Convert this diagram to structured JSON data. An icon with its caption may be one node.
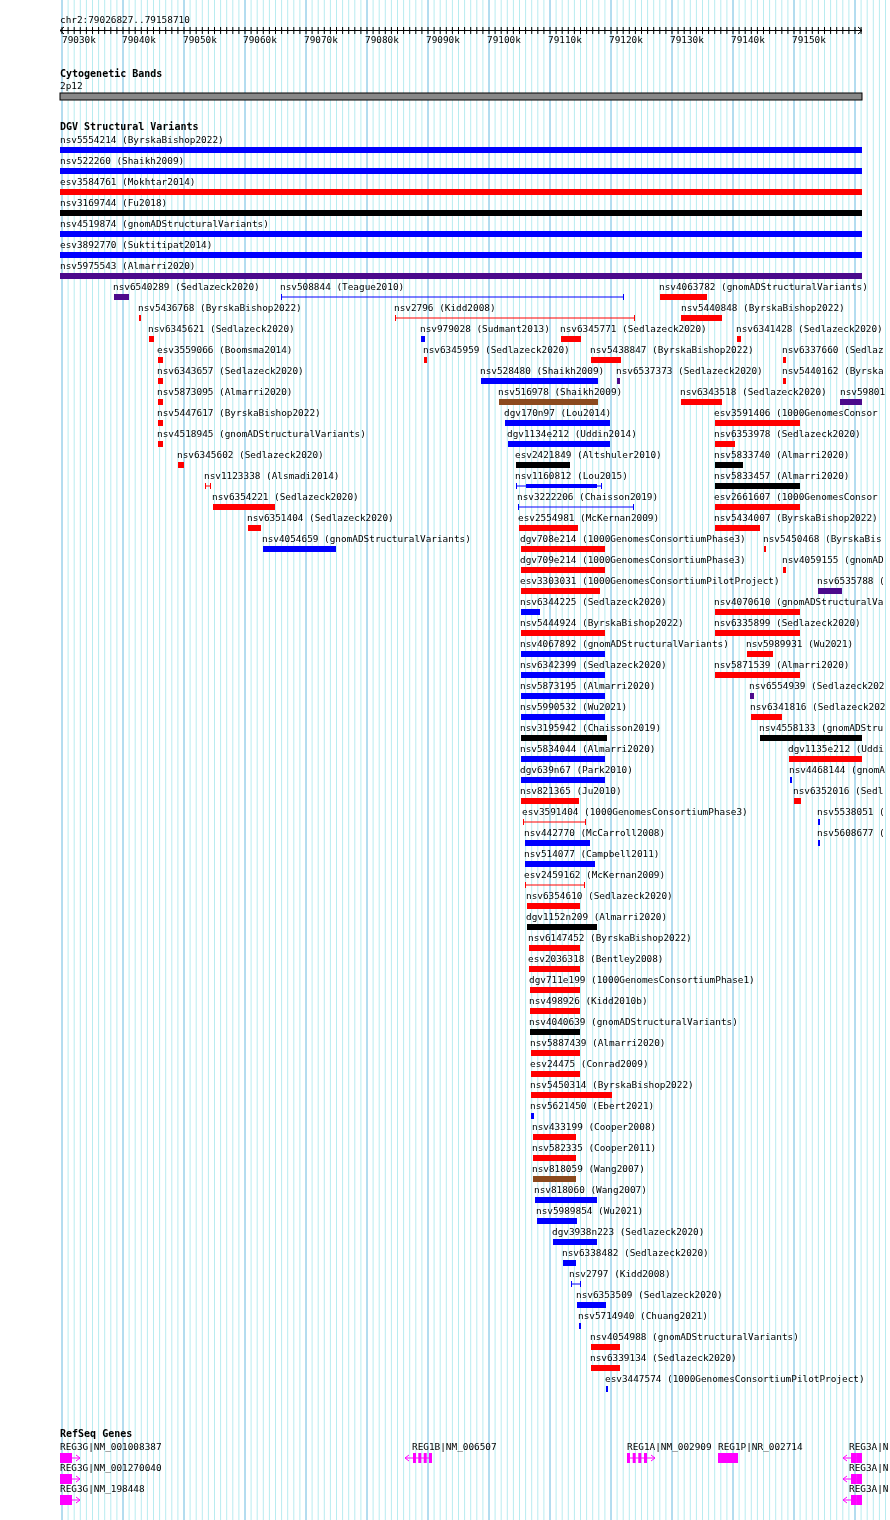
{
  "diagram": {
    "labels": [
      "chr2:79026827..79158710",
      "79030k",
      "79040k",
      "79050k",
      "79060k",
      "79070k",
      "79080k",
      "79090k",
      "79100k",
      "79110k",
      "79120k",
      "79130k",
      "79140k",
      "79150k",
      "Cytogenetic Bands",
      "2p12",
      "DGV Structural Variants",
      "nsv5554214 (ByrskaBishop2022)",
      "nsv522260 (Shaikh2009)",
      "esv3584761 (Mokhtar2014)",
      "nsv3169744 (Fu2018)",
      "nsv4519874 (gnomADStructuralVariants)",
      "esv3892770 (Suktitipat2014)",
      "nsv5975543 (Almarri2020)",
      "nsv6540289 (Sedlazeck2020)",
      "nsv508844 (Teague2010)",
      "nsv4063782 (gnomADStructuralVariants)",
      "nsv5436768 (ByrskaBishop2022)",
      "nsv2796 (Kidd2008)",
      "nsv5440848 (ByrskaBishop2022)",
      "nsv6345621 (Sedlazeck2020)",
      "nsv979028 (Sudmant2013)",
      "nsv6345771 (Sedlazeck2020)",
      "nsv6341428 (Sedlazeck2020)",
      "esv3559066 (Boomsma2014)",
      "nsv6345959 (Sedlazeck2020)",
      "nsv5438847 (ByrskaBishop2022)",
      "nsv6337660 (Sedlaz",
      "nsv6343657 (Sedlazeck2020)",
      "nsv528480 (Shaikh2009)",
      "nsv6537373 (Sedlazeck2020)",
      "nsv5440162 (Byrska",
      "nsv5873095 (Almarri2020)",
      "nsv516978 (Shaikh2009)",
      "nsv6343518 (Sedlazeck2020)",
      "nsv59801",
      "nsv5447617 (ByrskaBishop2022)",
      "dgv170n97 (Lou2014)",
      "esv3591406 (1000GenomesConsor",
      "nsv4518945 (gnomADStructuralVariants)",
      "dgv1134e212 (Uddin2014)",
      "nsv6353978 (Sedlazeck2020)",
      "nsv6345602 (Sedlazeck2020)",
      "esv2421849 (Altshuler2010)",
      "nsv5833740 (Almarri2020)",
      "nsv1123338 (Alsmadi2014)",
      "nsv1160812 (Lou2015)",
      "nsv5833457 (Almarri2020)",
      "nsv6354221 (Sedlazeck2020)",
      "nsv3222206 (Chaisson2019)",
      "esv2661607 (1000GenomesConsor",
      "nsv6351404 (Sedlazeck2020)",
      "esv2554981 (McKernan2009)",
      "nsv5434007 (ByrskaBishop2022)",
      "nsv4054659 (gnomADStructuralVariants)",
      "dgv708e214 (1000GenomesConsortiumPhase3)",
      "nsv5450468 (ByrskaBis",
      "dgv709e214 (1000GenomesConsortiumPhase3)",
      "nsv4059155 (gnomAD",
      "esv3303031 (1000GenomesConsortiumPilotProject)",
      "nsv6535788 (",
      "nsv6344225 (Sedlazeck2020)",
      "nsv4070610 (gnomADStructuralVa",
      "nsv5444924 (ByrskaBishop2022)",
      "nsv6335899 (Sedlazeck2020)",
      "nsv4067892 (gnomADStructuralVariants)",
      "nsv5989931 (Wu2021)",
      "nsv6342399 (Sedlazeck2020)",
      "nsv5871539 (Almarri2020)",
      "nsv5873195 (Almarri2020)",
      "nsv6554939 (Sedlazeck202",
      "nsv5990532 (Wu2021)",
      "nsv6341816 (Sedlazeck202",
      "nsv3195942 (Chaisson2019)",
      "nsv4558133 (gnomADStru",
      "nsv5834044 (Almarri2020)",
      "dgv1135e212 (Uddi",
      "dgv639n67 (Park2010)",
      "nsv4468144 (gnomA",
      "nsv821365 (Ju2010)",
      "nsv6352016 (Sedl",
      "esv3591404 (1000GenomesConsortiumPhase3)",
      "nsv5538051 (",
      "nsv442770 (McCarroll2008)",
      "nsv5608677 (",
      "nsv514077 (Campbell2011)",
      "esv2459162 (McKernan2009)",
      "nsv6354610 (Sedlazeck2020)",
      "dgv1152n209 (Almarri2020)",
      "nsv6147452 (ByrskaBishop2022)",
      "esv2036318 (Bentley2008)",
      "dgv711e199 (1000GenomesConsortiumPhase1)",
      "nsv498926 (Kidd2010b)",
      "nsv4040639 (gnomADStructuralVariants)",
      "nsv5887439 (Almarri2020)",
      "esv24475 (Conrad2009)",
      "nsv5450314 (ByrskaBishop2022)",
      "nsv5621450 (Ebert2021)",
      "nsv433199 (Cooper2008)",
      "nsv582335 (Cooper2011)",
      "nsv818059 (Wang2007)",
      "nsv818060 (Wang2007)",
      "nsv5989854 (Wu2021)",
      "dgv3938n223 (Sedlazeck2020)",
      "nsv6338482 (Sedlazeck2020)",
      "nsv2797 (Kidd2008)",
      "nsv6353509 (Sedlazeck2020)",
      "nsv5714940 (Chuang2021)",
      "nsv4054988 (gnomADStructuralVariants)",
      "nsv6339134 (Sedlazeck2020)",
      "esv3447574 (1000GenomesConsortiumPilotProject)",
      "RefSeq Genes",
      "REG3G|NM_001008387",
      "REG1B|NM_006507",
      "REG1A|NM_002909",
      "REG1P|NR_002714",
      "REG3A|N",
      "REG3G|NM_001270040",
      "REG3A|N",
      "REG3G|NM_198448",
      "REG3A|N"
    ]
  }
}
